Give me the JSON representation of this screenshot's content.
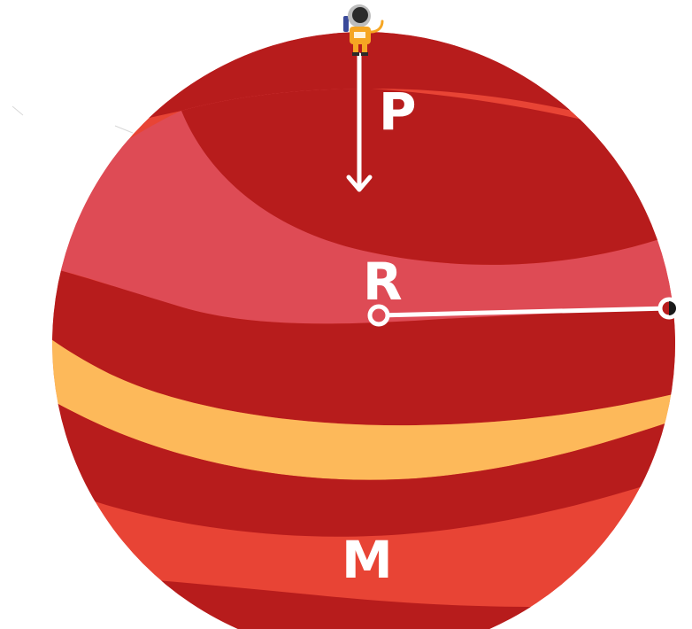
{
  "labels": {
    "p": "P",
    "r": "R",
    "m": "M"
  },
  "colors": {
    "planet_base": "#e84435",
    "band_dark": "#b71c1c",
    "band_pink": "#de4b55",
    "band_yellow": "#fdb95a",
    "marker_white": "#ffffff",
    "astronaut_suit": "#f6a623"
  },
  "icons": {
    "astronaut": "astronaut-icon",
    "down_arrow": "arrow-down-icon"
  }
}
